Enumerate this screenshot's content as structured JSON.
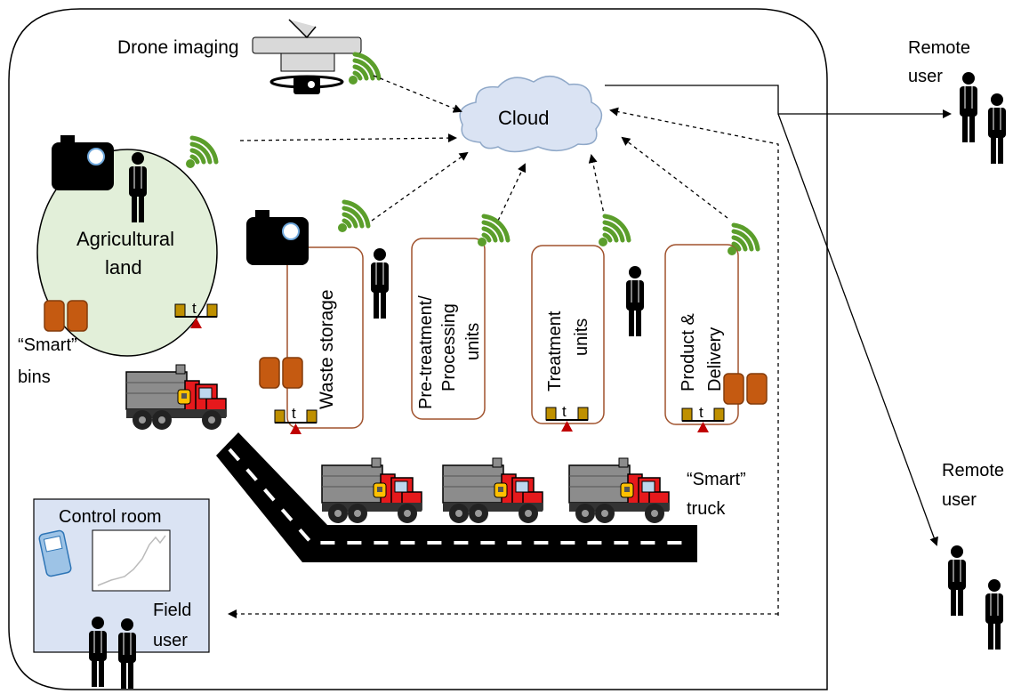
{
  "labels": {
    "drone": "Drone imaging",
    "cloud": "Cloud",
    "remote_user_1": [
      "Remote",
      "user"
    ],
    "remote_user_2": [
      "Remote",
      "user"
    ],
    "agri_land": [
      "Agricultural",
      "land"
    ],
    "smart_bins": [
      "“Smart”",
      "bins"
    ],
    "waste_storage": "Waste storage",
    "pretreatment": [
      "Pre-treatment/",
      "Processing",
      "units"
    ],
    "treatment": [
      "Treatment",
      "units"
    ],
    "product": [
      "Product &",
      "Delivery"
    ],
    "scale_t": "t",
    "smart_truck": [
      "“Smart”",
      "truck"
    ],
    "control_room": "Control room",
    "field_user": [
      "Field",
      "user"
    ]
  },
  "colors": {
    "cloud_fill": "#dae3f3",
    "cloud_stroke": "#8fa8c8",
    "land_fill": "#e2efd9",
    "bin": "#c55a11",
    "signal": "#5b9e2b",
    "scale": "#bf9000",
    "scale_pivot": "#c00000",
    "unit_box": "#a0522d",
    "truck_cab": "#e6191c",
    "truck_bed": "#8c8c8c",
    "control_fill": "#dae3f3",
    "road": "#000000"
  },
  "icons": [
    "camera-icon",
    "wifi-signal-icon",
    "person-icon",
    "truck-icon",
    "smart-bin-icon",
    "scale-icon",
    "drone-icon",
    "phone-icon",
    "cloud-icon"
  ]
}
